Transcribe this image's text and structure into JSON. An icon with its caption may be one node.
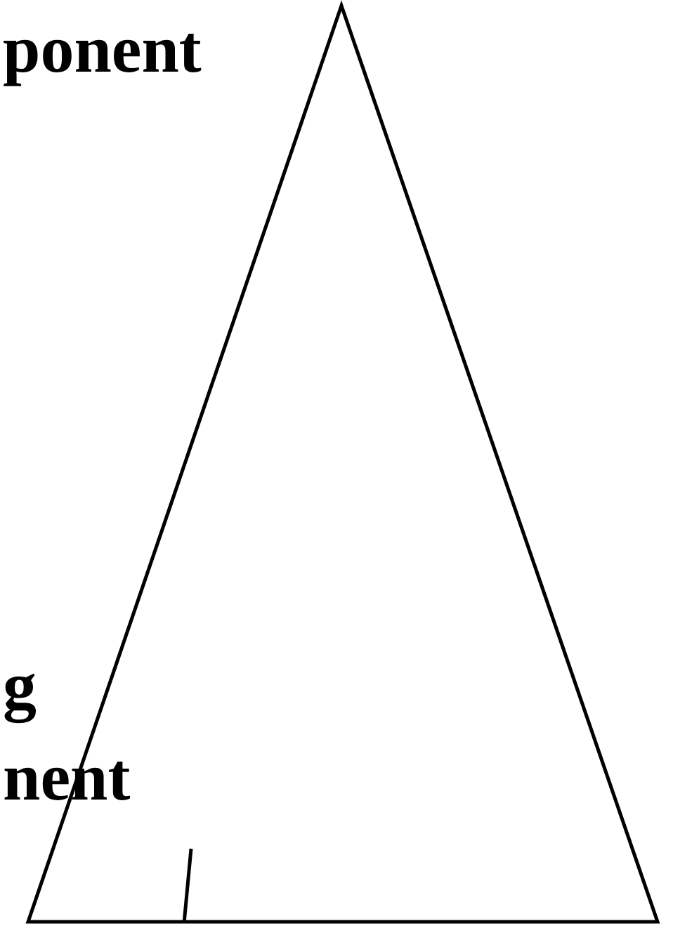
{
  "diagram": {
    "labels": [
      "ponent",
      "g",
      "nent"
    ]
  }
}
